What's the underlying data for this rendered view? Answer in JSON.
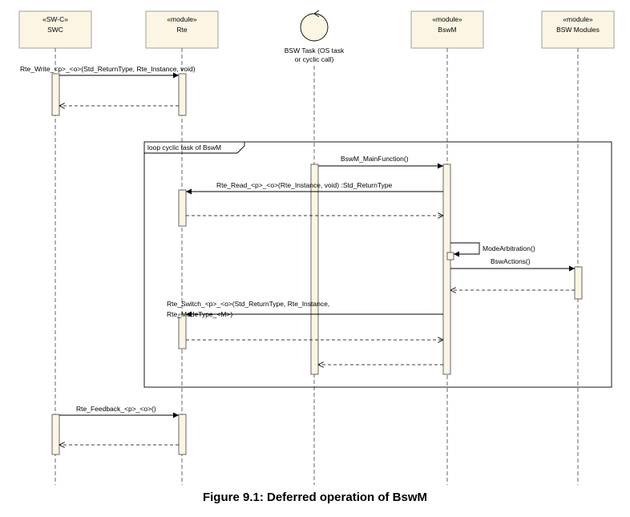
{
  "lifelines": [
    {
      "stereotype": "«SW-C»",
      "name": "SWC"
    },
    {
      "stereotype": "«module»",
      "name": "Rte"
    },
    {
      "name_lines": [
        "BSW Task (OS task",
        "or cyclic call)"
      ]
    },
    {
      "stereotype": "«module»",
      "name": "BswM"
    },
    {
      "stereotype": "«module»",
      "name": "BSW Modules"
    }
  ],
  "loop_label": "loop cyclic task of BswM",
  "messages": {
    "rte_write": "Rte_Write_<p>_<o>(Std_ReturnType, Rte_Instance, void)",
    "main_function": "BswM_MainFunction()",
    "rte_read": "Rte_Read_<p>_<o>(Rte_Instance, void) :Std_ReturnType",
    "mode_arbitration": "ModeArbitration()",
    "bsw_actions": "BswActions()",
    "rte_switch_line1": "Rte_Switch_<p>_<o>(Std_ReturnType, Rte_Instance,",
    "rte_switch_line2": "Rte_ModeType_<M>)",
    "rte_feedback": "Rte_Feedback_<p>_<o>()"
  },
  "caption": "Figure 9.1: Deferred operation of BswM"
}
